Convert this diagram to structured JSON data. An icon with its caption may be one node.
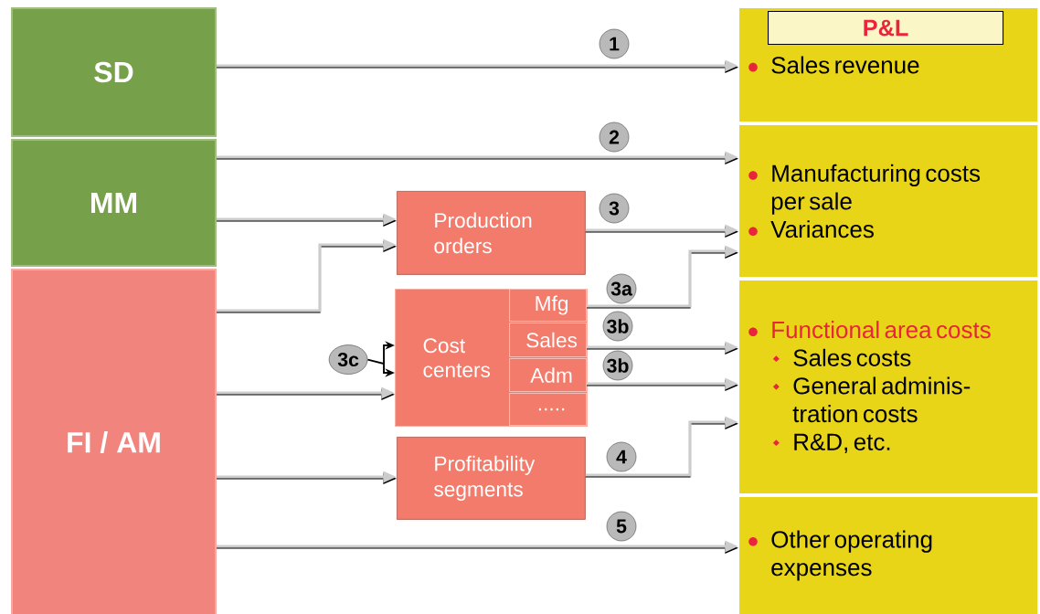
{
  "diagram": {
    "nodes": [
      {
        "text": [
          "SD"
        ]
      },
      {
        "text": [
          "MM"
        ]
      },
      {
        "text": [
          "FI / AM"
        ]
      },
      {
        "text": [
          "Sales revenue"
        ]
      },
      {
        "text": [
          "P&L"
        ],
        "in": 3
      },
      {
        "text": [
          "Manufacturing costs per sale",
          "Variances"
        ]
      },
      {
        "text": [
          "Functional area costs",
          "Sales costs",
          "General adminis- tration costs",
          "R&D, etc."
        ]
      },
      {
        "text": [
          "Other operating expenses"
        ]
      },
      {
        "text": [
          "Production orders"
        ]
      },
      {
        "text": [
          "Cost centers"
        ]
      },
      {
        "text": [
          "Mfg"
        ],
        "in": 9
      },
      {
        "text": [
          "Sales"
        ],
        "in": 9
      },
      {
        "text": [
          "Adm"
        ],
        "in": 9
      },
      {
        "text": [
          "....."
        ],
        "in": 9
      },
      {
        "text": [
          "Profitability segments"
        ]
      },
      {
        "text": [
          "3c"
        ]
      }
    ],
    "edges": [
      {
        "from": 0,
        "to": 3,
        "arrow": "to",
        "label": "1"
      },
      {
        "from": 1,
        "to": 5,
        "arrow": "to",
        "label": "2"
      },
      {
        "from": 1,
        "to": 8,
        "arrow": "to"
      },
      {
        "from": 2,
        "to": 8,
        "arrow": "to"
      },
      {
        "from": 8,
        "to": 5,
        "arrow": "to",
        "label": "3"
      },
      {
        "from": 10,
        "to": 5,
        "arrow": "to",
        "label": "3a"
      },
      {
        "from": 11,
        "to": 6,
        "arrow": "to",
        "label": "3b"
      },
      {
        "from": 12,
        "to": 6,
        "arrow": "to",
        "label": "3b"
      },
      {
        "from": 2,
        "to": 9,
        "arrow": "to"
      },
      {
        "from": 2,
        "to": 14,
        "arrow": "to"
      },
      {
        "from": 14,
        "to": 6,
        "arrow": "to",
        "label": "4"
      },
      {
        "from": 2,
        "to": 7,
        "arrow": "to",
        "label": "5"
      },
      {
        "from": 15,
        "to": 9,
        "arrow": "to",
        "color": "#000000"
      }
    ]
  }
}
